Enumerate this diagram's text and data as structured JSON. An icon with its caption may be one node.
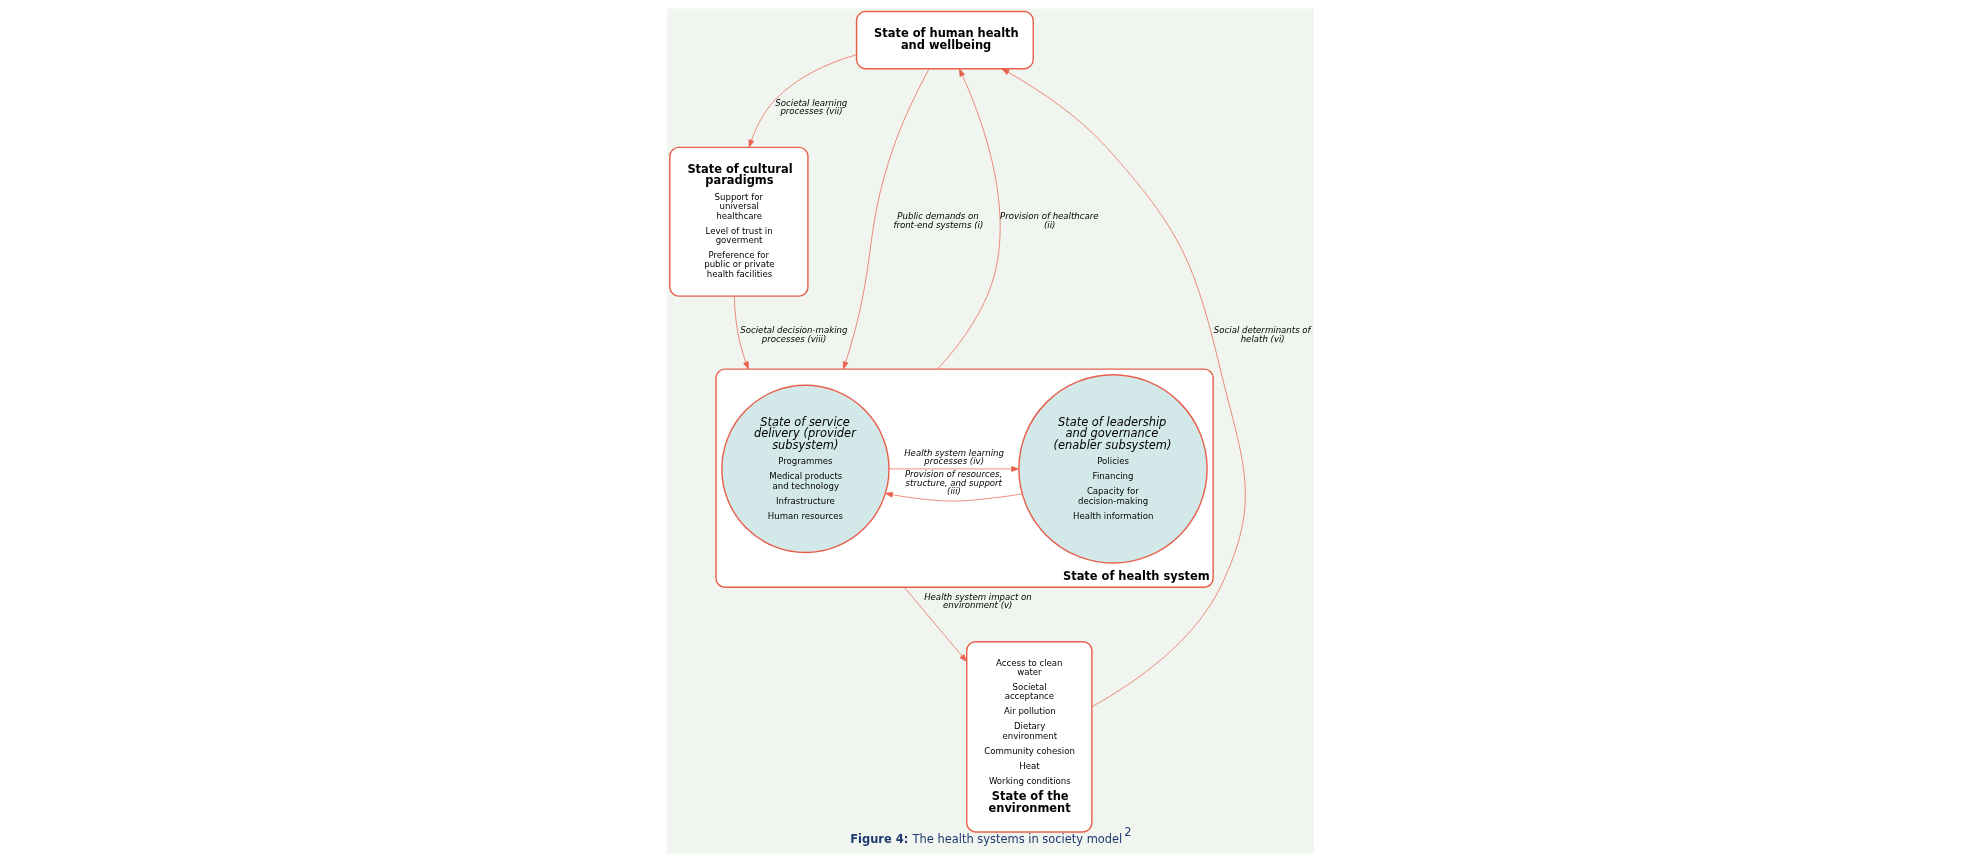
{
  "diagram": {
    "caption": "**Figure 4:** The health systems in society model$^{2}$",
    "nodes": [
      {
        "text": [
          "State of human health and wellbeing"
        ]
      },
      {
        "text": [
          "State of cultural paradigms",
          "Support for universal healthcare",
          "Level of trust in goverment",
          "Preference for public or private health facilities"
        ]
      },
      {
        "text": [
          "State of health system"
        ]
      },
      {
        "text": [
          "State of leadership and governance (enabler subsystem)",
          "Policies",
          "Financing",
          "Capacity for decision-making",
          "Health information"
        ],
        "in": 2
      },
      {
        "text": [
          "State of service delivery (provider subsystem)",
          "Programmes",
          "Medical products and technology",
          "Infrastructure",
          "Human resources"
        ],
        "in": 2
      },
      {
        "text": [
          "Access to clean water",
          "Societal acceptance",
          "Air pollution",
          "Dietary environment",
          "Community cohesion",
          "Heat",
          "Working conditions",
          "State of the environment"
        ]
      }
    ],
    "edges": [
      {
        "from": 0,
        "to": 1,
        "arrow": "to",
        "label": "Societal learning processes (vii)"
      },
      {
        "from": 0,
        "to": 2,
        "arrow": "to",
        "label": "Public demands on front-end systems (i)"
      },
      {
        "from": 2,
        "to": 0,
        "arrow": "to",
        "label": "Provision of healthcare (ii)"
      },
      {
        "from": 5,
        "to": 0,
        "arrow": "to",
        "label": "Social determinants of helath (vi)"
      },
      {
        "from": 4,
        "to": 3,
        "arrow": "to",
        "label": "Health system learning processes (iv)"
      },
      {
        "from": 3,
        "to": 4,
        "arrow": "to",
        "label": "Provision of resources, structure, and support (iii)"
      },
      {
        "from": 1,
        "to": 2,
        "arrow": "to",
        "label": "Societal decision-making processes (viii)"
      },
      {
        "from": 2,
        "to": 5,
        "arrow": "to",
        "label": "Health system impact on environment (v)"
      }
    ]
  }
}
